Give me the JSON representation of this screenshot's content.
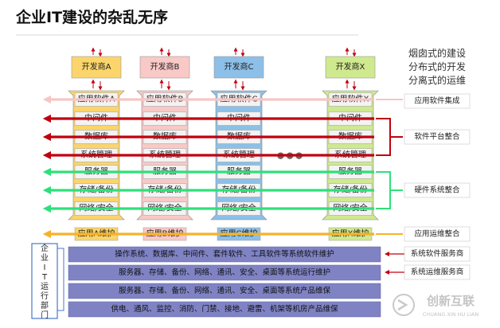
{
  "title": "企业IT建设的杂乱无序",
  "note_lines": [
    "烟囱式的建设",
    "分布式的开发",
    "分离式的运维"
  ],
  "columns": [
    {
      "vendor": "开发商A",
      "app": "应用软件A",
      "maint": "应用A维护",
      "color": "#fbd56b"
    },
    {
      "vendor": "开发商B",
      "app": "应用软件B",
      "maint": "应用B维护",
      "color": "#f8c9c6"
    },
    {
      "vendor": "开发商C",
      "app": "应用软件C",
      "maint": "应用C维护",
      "color": "#8cc0e8"
    },
    {
      "vendor": "开发商X",
      "app": "应用软件X",
      "maint": "应用X维护",
      "color": "#cfe98f"
    }
  ],
  "layers": [
    "中间件",
    "数据库",
    "系统管理",
    "服务器",
    "存储/备份",
    "网络/安全"
  ],
  "ellipsis": "●●●",
  "groups": {
    "app_integration": "应用软件集成",
    "software_platform": "软件平台整合",
    "hardware": "硬件系统整合",
    "ops": "应用运维整合"
  },
  "it_dept": "企业IT运行部门",
  "bands": [
    "操作系统、数据库、中间件、套件软件、工具软件等系统软件维护",
    "服务器、存储、备份、网络、通讯、安全、桌面等系统运行维护",
    "服务器、存储、备份、网络、通讯、安全、桌面等系统产品维保",
    "供电、通风、监控、消防、门禁、接地、避雷、机架等机房产品维保"
  ],
  "services": [
    "系统软件服务商",
    "系统运维服务商"
  ],
  "watermark": "创新互联",
  "watermark_sub": "CHUANG XIN HU LIAN",
  "colors": {
    "red": "#c0000f",
    "pink": "#f6c5c5",
    "green": "#2ee07a",
    "orange": "#f6b22a",
    "band": "#7f83c4",
    "cell": "#f3f3f3"
  }
}
